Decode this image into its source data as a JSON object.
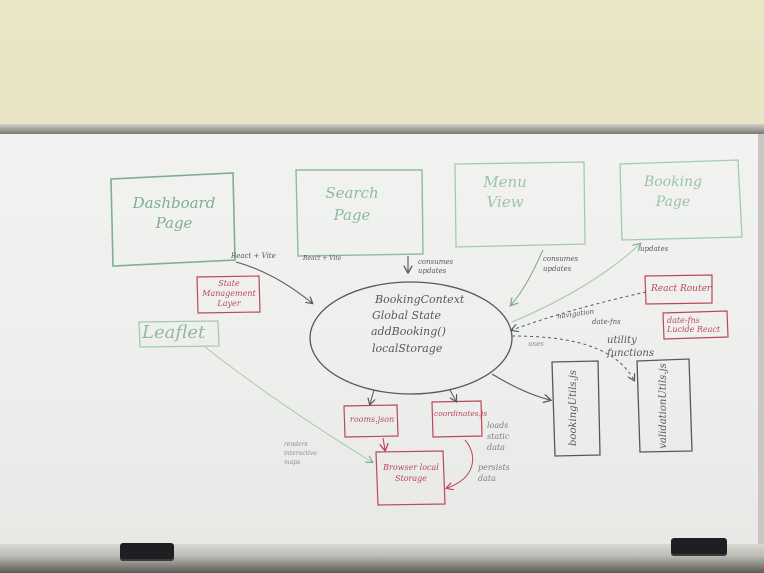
{
  "boxes": {
    "dashboard": "Dashboard Page",
    "search": "Search Page",
    "menu": "Menu View",
    "booking": "Booking Page",
    "leaflet": "Leaflet",
    "state": "State Management Layer",
    "react_router": "React Router",
    "date_fns": "date-fns Lucide React",
    "rooms": "rooms.json",
    "coordinates": "coordinates.js",
    "browser_storage": "Browser local Storage",
    "booking_utils": "bookingUtils.js",
    "validation_utils": "validationUtils.js"
  },
  "center": {
    "line1": "BookingContext",
    "line2": "Global State",
    "line3": "addBooking()",
    "line4": "localStorage"
  },
  "labels": {
    "react_vite_1": "React + Vite",
    "react_vite_2": "React + Vite",
    "consumes_updates_1": "consumes updates",
    "consumes_updates_2": "consumes updates",
    "updates": "updates",
    "navigation": "navigation",
    "date_fns_small": "date-fns",
    "uses": "uses",
    "utility_functions": "utility functions",
    "loads_static_data": "loads static data",
    "persists_data": "persists data",
    "renders_maps": "renders interactive maps"
  },
  "colors": {
    "green_marker": "#7fae94",
    "red_marker": "#b9485a",
    "black_marker": "#55585e",
    "board": "#eeefed",
    "wall": "#e7e3c4"
  }
}
